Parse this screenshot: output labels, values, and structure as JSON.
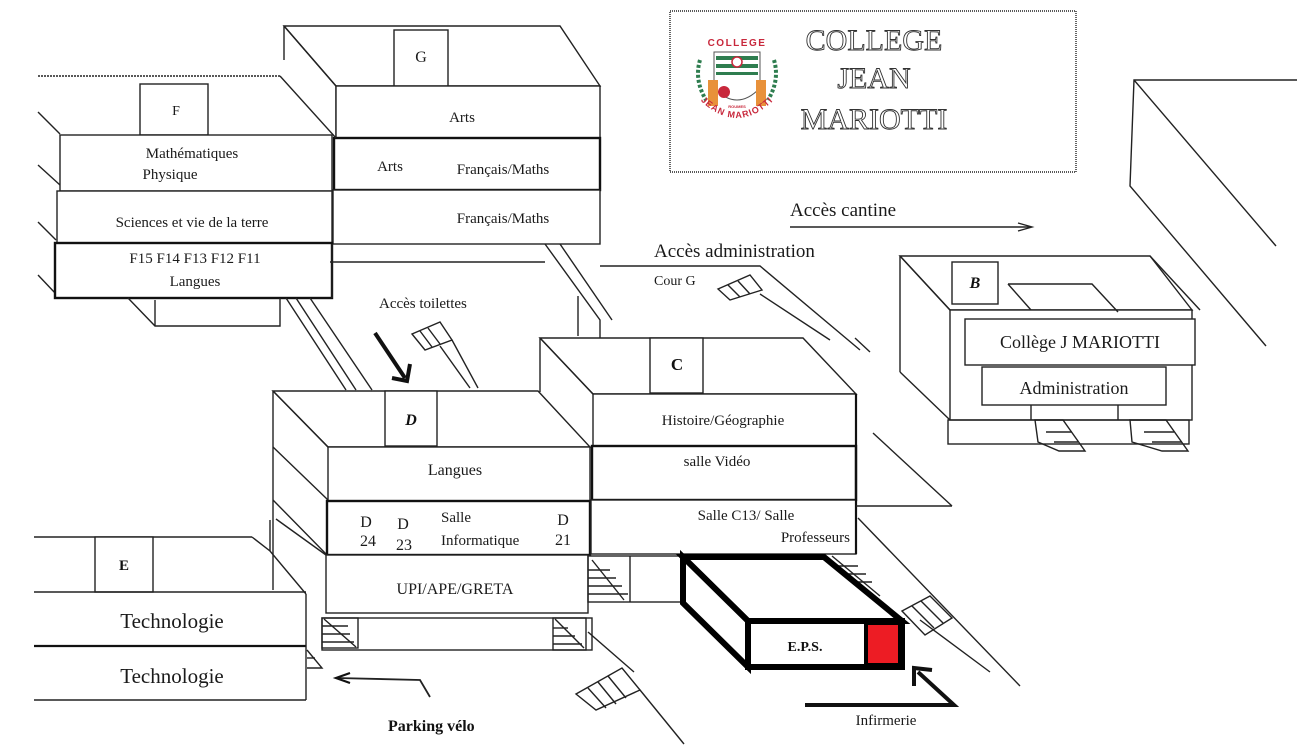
{
  "title": {
    "lines": [
      "COLLEGE",
      "JEAN",
      "MARIOTTI"
    ],
    "logo": {
      "top_text": "COLLEGE",
      "bottom_text": "JEAN MARIOTTI",
      "motto": "ROUMES",
      "colors": {
        "red": "#c8283c",
        "green": "#2e7d4f",
        "orange": "#e8913a"
      }
    }
  },
  "access_labels": {
    "cantine": "Accès cantine",
    "administration": "Accès administration",
    "cour_g": "Cour G",
    "toilettes": "Accès toilettes",
    "parking": "Parking vélo",
    "infirmerie": "Infirmerie"
  },
  "buildings": {
    "F": {
      "letter": "F",
      "floors": [
        "Mathématiques",
        "Physique",
        "Sciences et vie de la terre",
        "F15 F14 F13 F12 F11",
        "Langues"
      ]
    },
    "G": {
      "letter": "G",
      "floors": [
        "Arts",
        "Arts",
        "Français/Maths",
        "Français/Maths"
      ]
    },
    "B": {
      "letter": "B",
      "signs": [
        "Collège J MARIOTTI",
        "Administration"
      ]
    },
    "C": {
      "letter": "C",
      "floors": [
        "Histoire/Géographie",
        "salle Vidéo",
        "Salle C13/ Salle",
        "Professeurs"
      ]
    },
    "D": {
      "letter": "D",
      "floors": [
        "Langues",
        "UPI/APE/GRETA"
      ],
      "rooms": [
        {
          "line1": "D",
          "line2": "24"
        },
        {
          "line1": "D",
          "line2": "23"
        },
        {
          "line1": "Salle",
          "line2": "Informatique"
        },
        {
          "line1": "D",
          "line2": "21"
        }
      ]
    },
    "E": {
      "letter": "E",
      "floors": [
        "Technologie",
        "Technologie"
      ]
    },
    "EPS": {
      "label": "E.P.S.",
      "infirmerie_color": "#ed1c24"
    }
  }
}
